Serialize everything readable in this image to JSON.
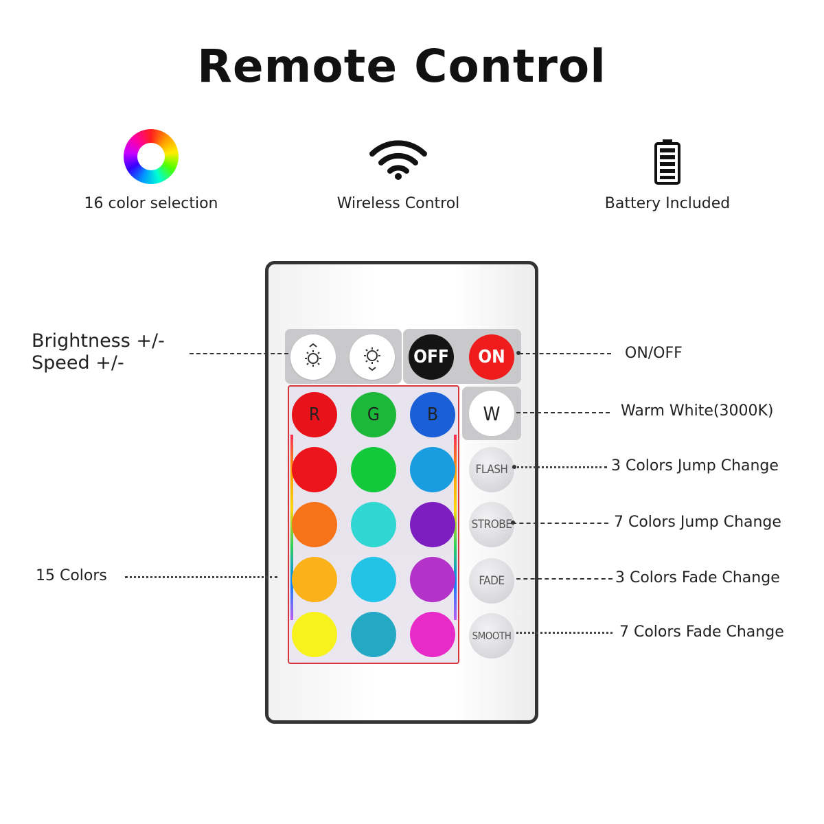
{
  "title": "Remote Control",
  "features": [
    {
      "label": "16 color selection",
      "icon": "color-wheel-icon"
    },
    {
      "label": "Wireless Control",
      "icon": "wifi-icon"
    },
    {
      "label": "Battery Included",
      "icon": "battery-icon"
    }
  ],
  "remote": {
    "top_buttons": {
      "off_label": "OFF",
      "on_label": "ON"
    },
    "rgb_labels": {
      "r": "R",
      "g": "G",
      "b": "B"
    },
    "white_label": "W",
    "modes": {
      "flash": "FLASH",
      "strobe": "STROBE",
      "fade": "FADE",
      "smooth": "SMOOTH"
    },
    "colors": {
      "r": "#e8121a",
      "g": "#1cb83a",
      "b": "#1a5fd6",
      "row2": [
        "#ee141c",
        "#13c83a",
        "#1a9ce0"
      ],
      "row3": [
        "#f7731a",
        "#2fd6d2",
        "#7d1fc0"
      ],
      "row4": [
        "#fbb21a",
        "#22c3e4",
        "#b332c8"
      ],
      "row5": [
        "#f7f21e",
        "#23a9c4",
        "#e82bc8"
      ]
    }
  },
  "callouts": {
    "brightness": "Brightness +/-",
    "speed": "Speed +/-",
    "onoff": "ON/OFF",
    "warm_white": "Warm White(3000K)",
    "flash": "3 Colors Jump Change",
    "strobe": "7 Colors Jump Change",
    "fade": "3 Colors Fade Change",
    "smooth": "7 Colors Fade Change",
    "colors": "15 Colors"
  }
}
